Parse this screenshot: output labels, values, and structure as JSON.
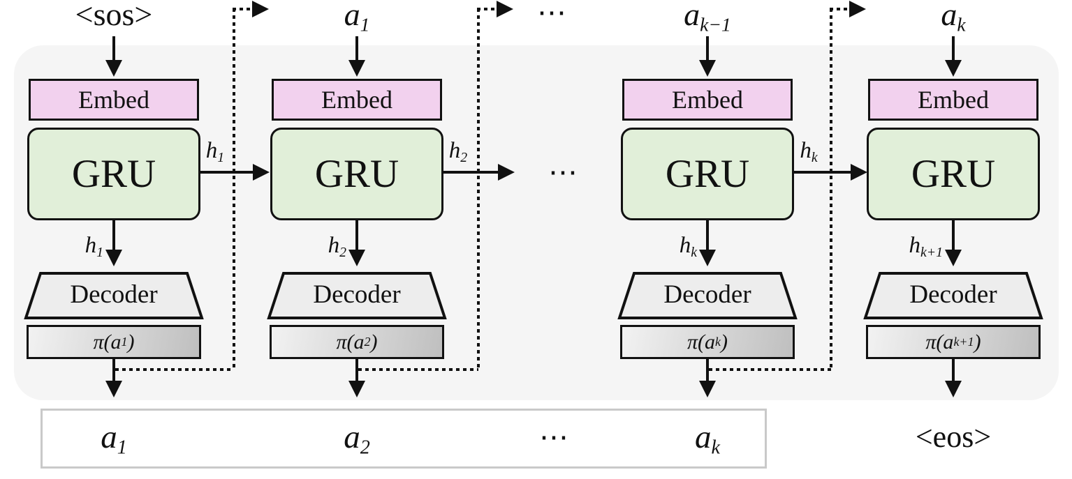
{
  "figure": {
    "ellipsis": {
      "top": "⋯",
      "hidden": "⋯",
      "bottom": "⋯"
    },
    "columns": [
      {
        "input": {
          "base": "<sos>",
          "sub": ""
        },
        "embed_label": "Embed",
        "gru_label": "GRU",
        "h_right": {
          "base": "h",
          "sub": "1"
        },
        "h_down": {
          "base": "h",
          "sub": "1"
        },
        "decoder_label": "Decoder",
        "pi": {
          "prefix": "π(a",
          "sub": "1",
          "suffix": ")"
        },
        "output": {
          "base": "a",
          "sub": "1"
        }
      },
      {
        "input": {
          "base": "a",
          "sub": "1"
        },
        "embed_label": "Embed",
        "gru_label": "GRU",
        "h_right": {
          "base": "h",
          "sub": "2"
        },
        "h_down": {
          "base": "h",
          "sub": "2"
        },
        "decoder_label": "Decoder",
        "pi": {
          "prefix": "π(a",
          "sub": "2",
          "suffix": ")"
        },
        "output": {
          "base": "a",
          "sub": "2"
        }
      },
      {
        "input": {
          "base": "a",
          "sub": "k−1"
        },
        "embed_label": "Embed",
        "gru_label": "GRU",
        "h_right": {
          "base": "h",
          "sub": "k"
        },
        "h_down": {
          "base": "h",
          "sub": "k"
        },
        "decoder_label": "Decoder",
        "pi": {
          "prefix": "π(a",
          "sub": "k",
          "suffix": ")"
        },
        "output": {
          "base": "a",
          "sub": "k"
        }
      },
      {
        "input": {
          "base": "a",
          "sub": "k"
        },
        "embed_label": "Embed",
        "gru_label": "GRU",
        "h_down": {
          "base": "h",
          "sub": "k+1"
        },
        "decoder_label": "Decoder",
        "pi": {
          "prefix": "π(a",
          "sub": "k+1",
          "suffix": ")"
        },
        "output": {
          "base": "<eos>",
          "sub": ""
        }
      }
    ],
    "colors": {
      "panel": "#f5f5f5",
      "embed": "#f2d1ee",
      "gru": "#e1efd9",
      "decoder": "#ededed",
      "pi-light": "#f2f2f2",
      "pi-dark": "#bfbfbf",
      "line": "#111111",
      "output-box-border": "#c9c9c9"
    }
  }
}
